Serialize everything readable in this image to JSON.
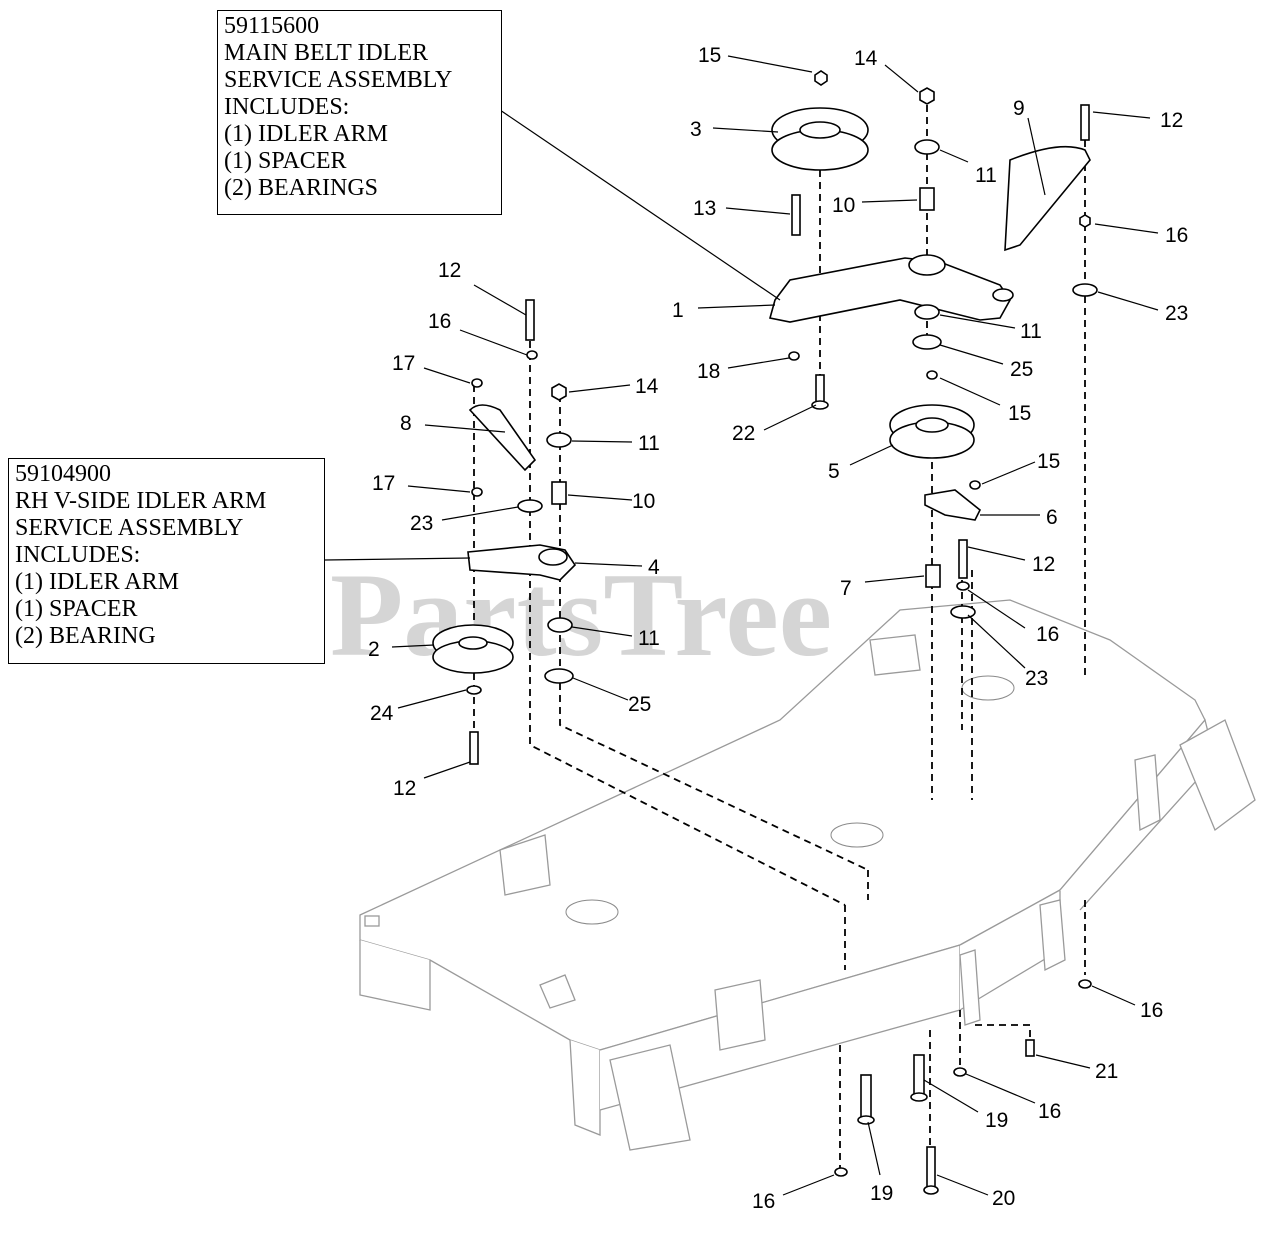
{
  "watermark": "PartsTree",
  "callouts": [
    {
      "part_number": "59115600",
      "lines": [
        "MAIN BELT IDLER",
        "SERVICE ASSEMBLY",
        "INCLUDES:",
        "(1) IDLER ARM",
        "(1) SPACER",
        "(2) BEARINGS"
      ]
    },
    {
      "part_number": "59104900",
      "lines": [
        "RH V-SIDE IDLER ARM",
        "SERVICE ASSEMBLY",
        "INCLUDES:",
        "(1) IDLER ARM",
        "(1) SPACER",
        "(2) BEARING"
      ]
    }
  ],
  "labels": [
    "15",
    "14",
    "3",
    "11",
    "9",
    "12",
    "13",
    "10",
    "16",
    "12",
    "1",
    "23",
    "11",
    "16",
    "17",
    "18",
    "14",
    "25",
    "15",
    "22",
    "8",
    "11",
    "5",
    "10",
    "17",
    "15",
    "23",
    "6",
    "4",
    "12",
    "7",
    "16",
    "11",
    "2",
    "23",
    "25",
    "24",
    "12",
    "16",
    "21",
    "16",
    "19",
    "19",
    "16",
    "20"
  ]
}
